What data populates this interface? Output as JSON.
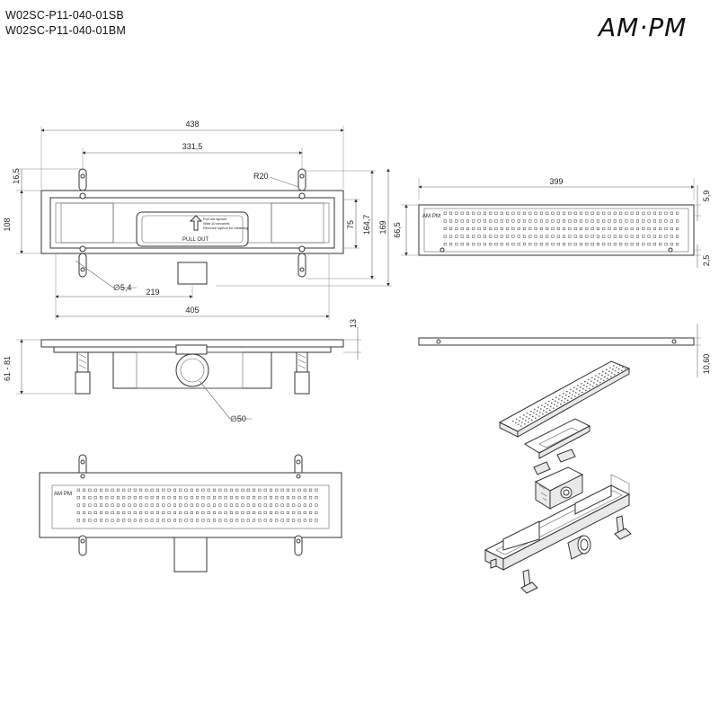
{
  "header": {
    "sku_1": "W02SC-P11-040-01SB",
    "sku_2": "W02SC-P11-040-01BM",
    "logo_text": "AM·PM"
  },
  "top_view": {
    "dim_overall_length": "438",
    "dim_hole_spacing": "331,5",
    "dim_radius": "R20",
    "dim_tab_height": "16,5",
    "dim_body_width": "108",
    "dim_inner_width": "75",
    "dim_width_with_tabs": "164,7",
    "dim_overall_height": "169",
    "dim_hole_diameter": "∅5,4",
    "dim_outlet_offset": "219",
    "dim_bottom_length": "405",
    "cover_note_line_1": "Pull out siphon",
    "cover_note_line_2": "Wait 10 seconds",
    "cover_note_line_3": "Remove siphon for cleaning",
    "cover_label": "PULL OUT"
  },
  "side_view": {
    "dim_flange_height": "13",
    "dim_height_range": "61 - 81",
    "dim_outlet_diameter": "∅50"
  },
  "grate_view": {
    "dim_grate_length": "399",
    "dim_grate_width": "66,5",
    "dim_edge_offset": "5,9",
    "dim_bottom_offset": "2,5",
    "grate_logo": "AM·PM"
  },
  "grate_side_view": {
    "dim_grate_thickness": "10,60"
  },
  "front_view": {
    "grate_logo": "AM·PM"
  }
}
